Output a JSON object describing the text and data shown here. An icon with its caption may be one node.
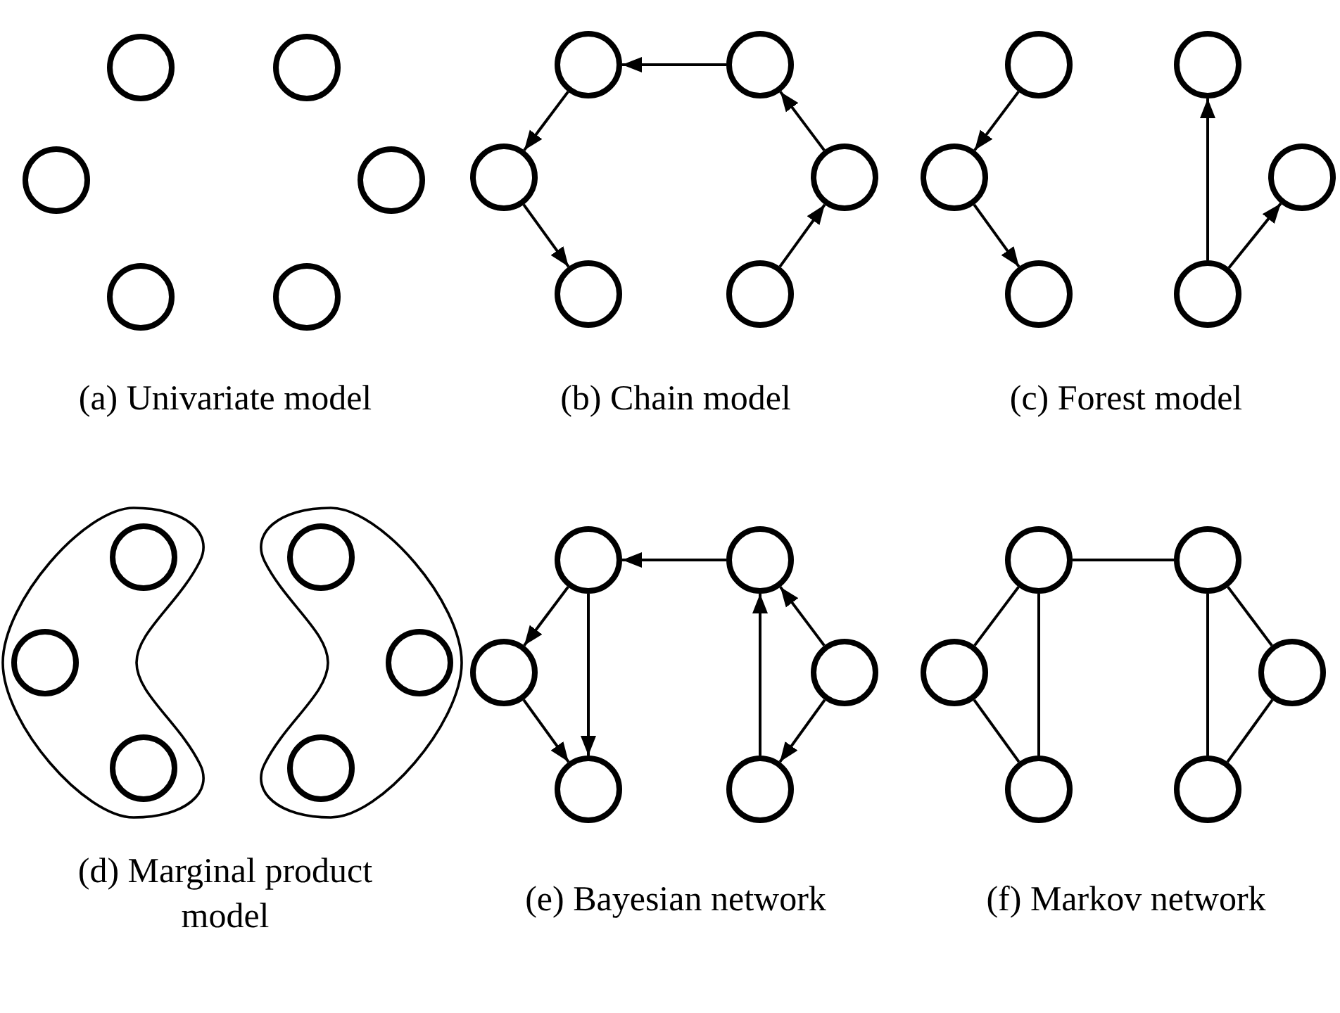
{
  "diagram": {
    "nodes": [
      {
        "text": [],
        "shape": "circle"
      },
      {
        "text": [],
        "shape": "circle"
      },
      {
        "text": [],
        "shape": "circle"
      },
      {
        "text": [],
        "shape": "circle"
      },
      {
        "text": [],
        "shape": "circle"
      },
      {
        "text": [],
        "shape": "circle"
      },
      {
        "text": [],
        "shape": "circle"
      },
      {
        "text": [],
        "shape": "circle"
      },
      {
        "text": [],
        "shape": "circle"
      },
      {
        "text": [],
        "shape": "circle"
      },
      {
        "text": [],
        "shape": "circle"
      },
      {
        "text": [],
        "shape": "circle"
      },
      {
        "text": [],
        "shape": "circle"
      },
      {
        "text": [],
        "shape": "circle"
      },
      {
        "text": [],
        "shape": "circle"
      },
      {
        "text": [],
        "shape": "circle"
      },
      {
        "text": [],
        "shape": "circle"
      },
      {
        "text": [],
        "shape": "circle"
      },
      {
        "text": [],
        "shape": "blob"
      },
      {
        "text": [],
        "shape": "circle",
        "in": 18
      },
      {
        "text": [],
        "shape": "circle",
        "in": 18
      },
      {
        "text": [],
        "shape": "circle",
        "in": 18
      },
      {
        "text": [],
        "shape": "blob"
      },
      {
        "text": [],
        "shape": "circle",
        "in": 22
      },
      {
        "text": [],
        "shape": "circle",
        "in": 22
      },
      {
        "text": [],
        "shape": "circle",
        "in": 22
      },
      {
        "text": [],
        "shape": "circle"
      },
      {
        "text": [],
        "shape": "circle"
      },
      {
        "text": [],
        "shape": "circle"
      },
      {
        "text": [],
        "shape": "circle"
      },
      {
        "text": [],
        "shape": "circle"
      },
      {
        "text": [],
        "shape": "circle"
      },
      {
        "text": [],
        "shape": "circle"
      },
      {
        "text": [],
        "shape": "circle"
      },
      {
        "text": [],
        "shape": "circle"
      },
      {
        "text": [],
        "shape": "circle"
      },
      {
        "text": [],
        "shape": "circle"
      },
      {
        "text": [],
        "shape": "circle"
      }
    ],
    "edges": [
      {
        "from": 7,
        "to": 6,
        "arrow": "to"
      },
      {
        "from": 6,
        "to": 8,
        "arrow": "to"
      },
      {
        "from": 8,
        "to": 10,
        "arrow": "to"
      },
      {
        "from": 11,
        "to": 9,
        "arrow": "to"
      },
      {
        "from": 9,
        "to": 7,
        "arrow": "to"
      },
      {
        "from": 12,
        "to": 14,
        "arrow": "to"
      },
      {
        "from": 14,
        "to": 16,
        "arrow": "to"
      },
      {
        "from": 17,
        "to": 13,
        "arrow": "to"
      },
      {
        "from": 17,
        "to": 15,
        "arrow": "to"
      },
      {
        "from": 27,
        "to": 26,
        "arrow": "to"
      },
      {
        "from": 26,
        "to": 28,
        "arrow": "to"
      },
      {
        "from": 26,
        "to": 30,
        "arrow": "to"
      },
      {
        "from": 28,
        "to": 30,
        "arrow": "to"
      },
      {
        "from": 31,
        "to": 27,
        "arrow": "to"
      },
      {
        "from": 29,
        "to": 27,
        "arrow": "to"
      },
      {
        "from": 29,
        "to": 31,
        "arrow": "to"
      },
      {
        "from": 32,
        "to": 33,
        "arrow": "none"
      },
      {
        "from": 32,
        "to": 34,
        "arrow": "none"
      },
      {
        "from": 32,
        "to": 36,
        "arrow": "none"
      },
      {
        "from": 34,
        "to": 36,
        "arrow": "none"
      },
      {
        "from": 33,
        "to": 37,
        "arrow": "none"
      },
      {
        "from": 33,
        "to": 35,
        "arrow": "none"
      },
      {
        "from": 35,
        "to": 37,
        "arrow": "none"
      }
    ],
    "labels": [
      "(a) Univariate model",
      "(b) Chain model",
      "(c) Forest model",
      "(d) Marginal product model",
      "(e) Bayesian network",
      "(f) Markov network"
    ]
  }
}
